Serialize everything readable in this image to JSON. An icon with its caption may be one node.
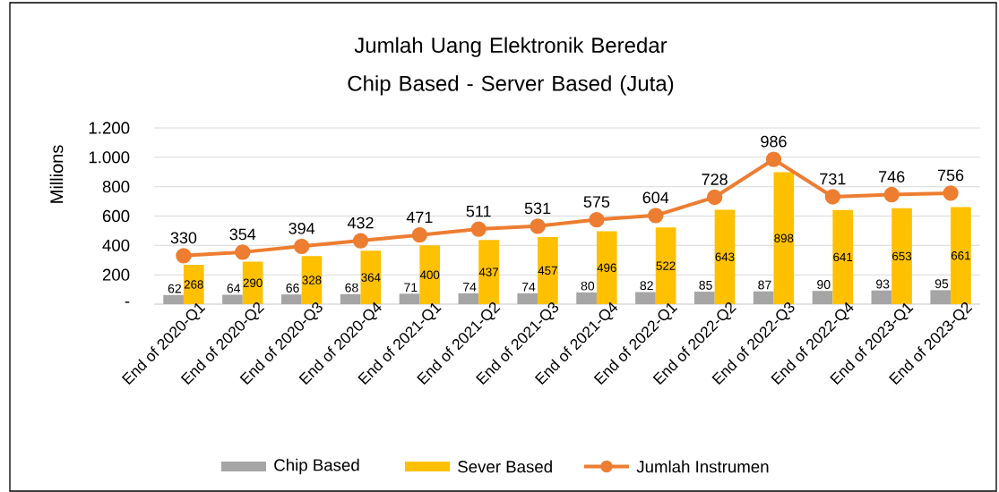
{
  "diagram": {
    "chart_data": {
      "type": "bar",
      "title": "Jumlah Uang Elektronik Beredar Chip Based - Server Based (Juta)",
      "ylabel": "Millions",
      "categories": [
        "End of 2020-Q1",
        "End of 2020-Q2",
        "End of 2020-Q3",
        "End of 2020-Q4",
        "End of 2021-Q1",
        "End of 2021-Q2",
        "End of 2021-Q3",
        "End of 2021-Q4",
        "End of 2022-Q1",
        "End of 2022-Q2",
        "End of 2022-Q3",
        "End of 2022-Q4",
        "End of 2023-Q1",
        "End of 2023-Q2"
      ],
      "series": [
        {
          "name": "Chip Based",
          "type": "bar",
          "color": "#a5a5a5",
          "values": [
            62,
            64,
            66,
            68,
            71,
            74,
            74,
            80,
            82,
            85,
            87,
            90,
            93,
            95
          ]
        },
        {
          "name": "Sever Based",
          "type": "bar",
          "color": "#ffc000",
          "values": [
            268,
            290,
            328,
            364,
            400,
            437,
            457,
            496,
            522,
            643,
            898,
            641,
            653,
            661
          ]
        },
        {
          "name": "Jumlah Instrumen",
          "type": "line",
          "color": "#ed7d31",
          "marker": "circle",
          "values": [
            330,
            354,
            394,
            432,
            471,
            511,
            531,
            575,
            604,
            728,
            986,
            731,
            746,
            756
          ]
        }
      ],
      "ylim": [
        0,
        1200
      ],
      "yticks": [
        {
          "value": 0,
          "label": "-"
        },
        {
          "value": 200,
          "label": "200"
        },
        {
          "value": 400,
          "label": "400"
        },
        {
          "value": 600,
          "label": "600"
        },
        {
          "value": 800,
          "label": "800"
        },
        {
          "value": 1000,
          "label": "1.000"
        },
        {
          "value": 1200,
          "label": "1.200"
        }
      ],
      "grid": true,
      "legend": true,
      "data_labels": true
    }
  }
}
